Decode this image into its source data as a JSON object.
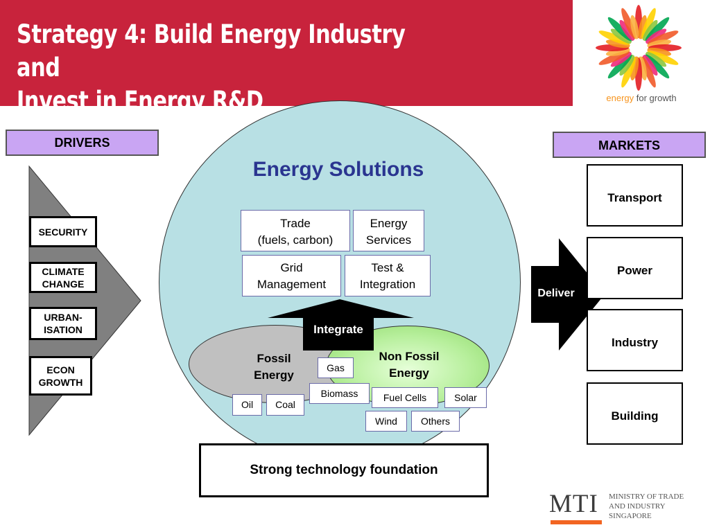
{
  "slide": {
    "title_line1": "Strategy 4: Build Energy Industry and",
    "title_line2": "Invest in Energy R&D"
  },
  "logo": {
    "text_accent": "energy",
    "text_rest": " for growth"
  },
  "drivers": {
    "label": "DRIVERS",
    "items": [
      {
        "line1": "SECURITY",
        "line2": ""
      },
      {
        "line1": "CLIMATE",
        "line2": "CHANGE"
      },
      {
        "line1": "URBAN-",
        "line2": "ISATION"
      },
      {
        "line1": "ECON",
        "line2": "GROWTH"
      }
    ]
  },
  "markets": {
    "label": "MARKETS",
    "items": [
      "Transport",
      "Power",
      "Industry",
      "Building"
    ],
    "deliver_label": "Deliver"
  },
  "solutions": {
    "title": "Energy Solutions",
    "boxes": [
      {
        "line1": "Trade",
        "line2": "(fuels, carbon)"
      },
      {
        "line1": "Energy",
        "line2": "Services"
      },
      {
        "line1": "Grid",
        "line2": "Management"
      },
      {
        "line1": "Test &",
        "line2": "Integration"
      }
    ],
    "integrate_label": "Integrate"
  },
  "energy_sources": {
    "fossil": {
      "line1": "Fossil",
      "line2": "Energy"
    },
    "non_fossil": {
      "line1": "Non Fossil",
      "line2": "Energy"
    },
    "tags": {
      "gas": "Gas",
      "biomass": "Biomass",
      "oil": "Oil",
      "coal": "Coal",
      "fuel_cells": "Fuel Cells",
      "solar": "Solar",
      "wind": "Wind",
      "others": "Others"
    }
  },
  "foundation": {
    "label": "Strong technology foundation"
  },
  "ministry": {
    "abbr": "MTI",
    "line1": "MINISTRY OF TRADE",
    "line2": "AND INDUSTRY",
    "line3": "SINGAPORE"
  },
  "colors": {
    "header_bg": "#c8233c",
    "label_box_bg": "#c9a5f3",
    "circle_bg": "#b8e0e4",
    "solutions_title": "#2a3590",
    "fossil_fill": "#c0c0c0",
    "non_fossil_fill": "#b7ef9c",
    "driver_arrow": "#808080",
    "mti_accent": "#f26522"
  }
}
